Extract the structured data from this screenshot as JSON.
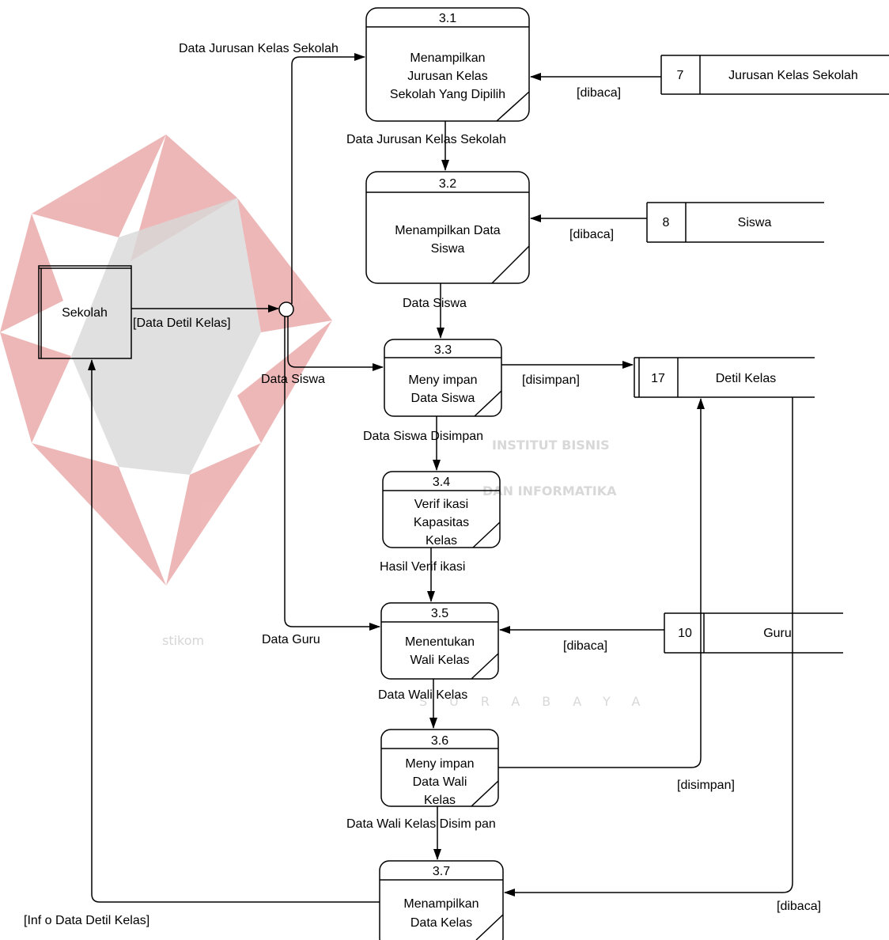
{
  "watermark": {
    "line1": "INSTITUT BISNIS",
    "line2": "DAN INFORMATIKA",
    "brand": "stikom",
    "city": "SURABAYA",
    "logo_color": "#e8a0a0",
    "text_color": "#d8d8d8"
  },
  "external_entity": {
    "name": "Sekolah"
  },
  "processes": [
    {
      "id": "3.1",
      "lines": [
        "Menampilkan",
        "Jurusan Kelas",
        "Sekolah Yang Dipilih"
      ]
    },
    {
      "id": "3.2",
      "lines": [
        "Menampilkan Data",
        "Siswa"
      ]
    },
    {
      "id": "3.3",
      "lines": [
        "Meny impan",
        "Data Siswa"
      ]
    },
    {
      "id": "3.4",
      "lines": [
        "Verif ikasi",
        "Kapasitas",
        "Kelas"
      ]
    },
    {
      "id": "3.5",
      "lines": [
        "Menentukan",
        "Wali Kelas"
      ]
    },
    {
      "id": "3.6",
      "lines": [
        "Meny impan",
        "Data Wali",
        "Kelas"
      ]
    },
    {
      "id": "3.7",
      "lines": [
        "Menampilkan",
        "Data Kelas"
      ]
    }
  ],
  "data_stores": [
    {
      "id": "7",
      "name": "Jurusan Kelas Sekolah"
    },
    {
      "id": "8",
      "name": "Siswa"
    },
    {
      "id": "17",
      "name": "Detil Kelas"
    },
    {
      "id": "10",
      "name": "Guru"
    }
  ],
  "flows": {
    "data_detil_kelas": "[Data Detil Kelas]",
    "data_jurusan_in": "Data Jurusan Kelas Sekolah",
    "dibaca_7": "[dibaca]",
    "data_jurusan_out": "Data Jurusan Kelas Sekolah",
    "dibaca_8": "[dibaca]",
    "data_siswa_32": "Data Siswa",
    "data_siswa_in": "Data Siswa",
    "disimpan_17": "[disimpan]",
    "data_siswa_disimpan": "Data Siswa Disimpan",
    "hasil_verifikasi": "Hasil Verif ikasi",
    "data_guru": "Data Guru",
    "dibaca_10": "[dibaca]",
    "data_wali_kelas": "Data Wali Kelas",
    "disimpan_36": "[disimpan]",
    "data_wali_kelas_disimpan": "Data Wali Kelas Disim pan",
    "dibaca_37": "[dibaca]",
    "info_data_detil_kelas": "[Inf o Data Detil Kelas]"
  }
}
